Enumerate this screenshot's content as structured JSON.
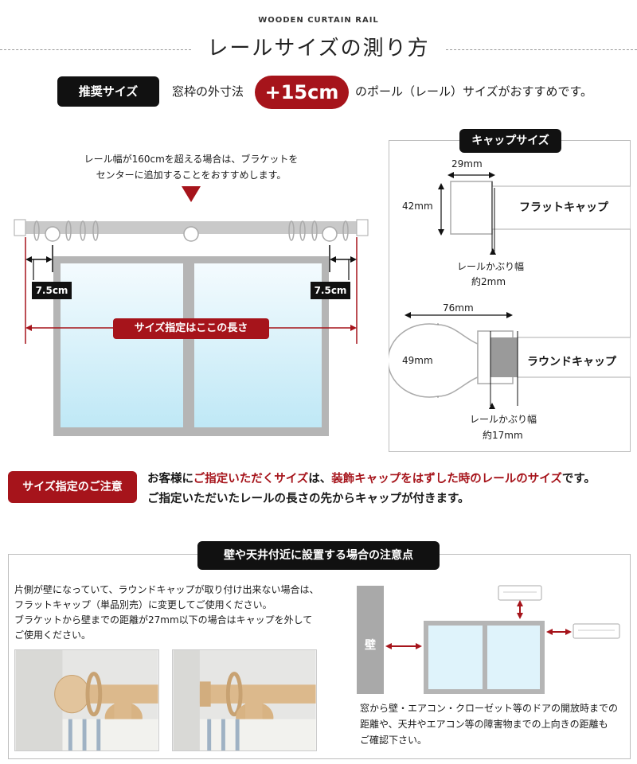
{
  "header": {
    "eyebrow": "WOODEN CURTAIN RAIL",
    "title": "レールサイズの測り方"
  },
  "recommend": {
    "label": "推奨サイズ",
    "text_before": "窓枠の外寸法",
    "badge": "+15cm",
    "text_after": "のポール（レール）サイズがおすすめです。"
  },
  "rail_diagram": {
    "note_line1": "レール幅が160cmを超える場合は、ブラケットを",
    "note_line2": "センターに追加することをおすすめします。",
    "left_offset": "7.5cm",
    "right_offset": "7.5cm",
    "size_label": "サイズ指定はここの長さ"
  },
  "cap_sizes": {
    "title": "キャップサイズ",
    "flat": {
      "name": "フラットキャップ",
      "width": "29mm",
      "height": "42mm",
      "cover_label": "レールかぶり幅",
      "cover_value": "約2mm"
    },
    "round": {
      "name": "ラウンドキャップ",
      "width": "76mm",
      "height": "49mm",
      "cover_label": "レールかぶり幅",
      "cover_value": "約17mm"
    }
  },
  "caution": {
    "label": "サイズ指定のご注意",
    "line1_a": "お客様に",
    "line1_b": "ご指定いただくサイズ",
    "line1_c": "は、",
    "line1_d": "装飾キャップをはずした時のレールのサイズ",
    "line1_e": "です。",
    "line2": "ご指定いただいたレールの長さの先からキャップが付きます。"
  },
  "wall_section": {
    "title": "壁や天井付近に設置する場合の注意点",
    "left_line1": "片側が壁になっていて、ラウンドキャップが取り付け出来ない場合は、",
    "left_line2": "フラットキャップ（単品別売）に変更してご使用ください。",
    "left_line3": "ブラケットから壁までの距離が27mm以下の場合はキャップを外して",
    "left_line4": "ご使用ください。",
    "wall_label": "壁",
    "right_line1": "窓から壁・エアコン・クローゼット等のドアの開放時までの",
    "right_line2": "距離や、天井やエアコン等の障害物までの上向きの距離も",
    "right_line3": "ご確認下さい。"
  },
  "colors": {
    "accent_red": "#a6141b",
    "black": "#111111",
    "frame_gray": "#b5b5b5",
    "glass": "#dff3fb"
  }
}
